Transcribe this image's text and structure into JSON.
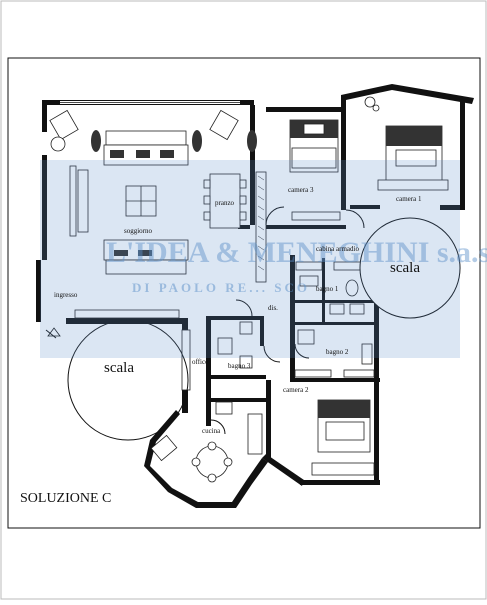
{
  "title": "SOLUZIONE C",
  "watermark": {
    "line1": "L'IDEA & MENEGHINI s.a.s.",
    "line2": "DI PAOLO RE... SCO"
  },
  "rooms": {
    "soggiorno": "soggiorno",
    "pranzo": "pranzo",
    "ingresso": "ingresso",
    "camera3": "camera 3",
    "camera1": "camera 1",
    "camera2": "camera 2",
    "cabina_armadio": "cabina armadio",
    "bagno1": "bagno 1",
    "bagno2": "bagno 2",
    "bagno3": "bagno 3",
    "dis": "dis.",
    "office": "office",
    "cucina": "cucina",
    "scala_left": "scala",
    "scala_right": "scala"
  },
  "colors": {
    "wall": "#111111",
    "watermark": "#5b8fc9",
    "background": "#ffffff"
  }
}
